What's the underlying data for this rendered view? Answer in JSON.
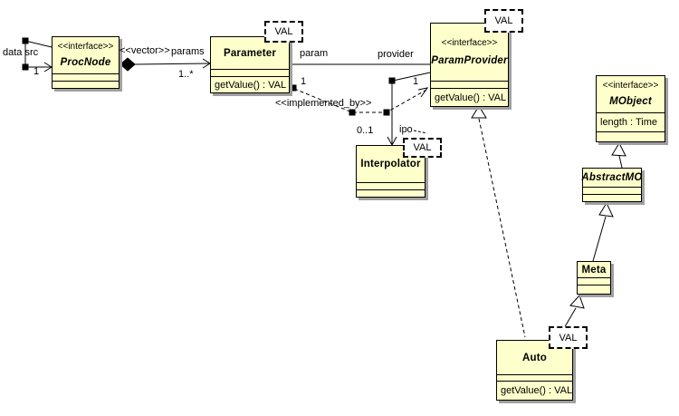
{
  "classes": {
    "procnode": {
      "stereotype": "<<interface>>",
      "name": "ProcNode"
    },
    "parameter": {
      "name": "Parameter",
      "method": "getValue() : VAL",
      "template_param": "VAL"
    },
    "paramprovider": {
      "stereotype": "<<interface>>",
      "name": "ParamProvider",
      "method": "getValue() : VAL",
      "template_param": "VAL"
    },
    "interpolator": {
      "name": "Interpolator",
      "template_param": "VAL"
    },
    "mobject": {
      "stereotype": "<<interface>>",
      "name": "MObject",
      "attribute": "length : Time"
    },
    "abstractmo": {
      "name": "AbstractMO"
    },
    "meta": {
      "name": "Meta"
    },
    "auto": {
      "name": "Auto",
      "method": "getValue() : VAL",
      "template_param": "VAL"
    }
  },
  "labels": {
    "data_src": "data src",
    "data_src_mult": "1",
    "vector_stereotype": "<<vector>>",
    "params_role": "params",
    "params_mult": "1..*",
    "param_role": "param",
    "provider_role": "provider",
    "implemented_by_source_mult": "1",
    "implemented_by": "<<implemented_by>>",
    "implemented_by_target_mult": "1",
    "ipo_mult": "0..1",
    "ipo_role": "ipo"
  },
  "colors": {
    "class_fill": "#ffffcc",
    "border": "#000000",
    "shadow": "#a0a0a0",
    "background": "#ffffff"
  }
}
